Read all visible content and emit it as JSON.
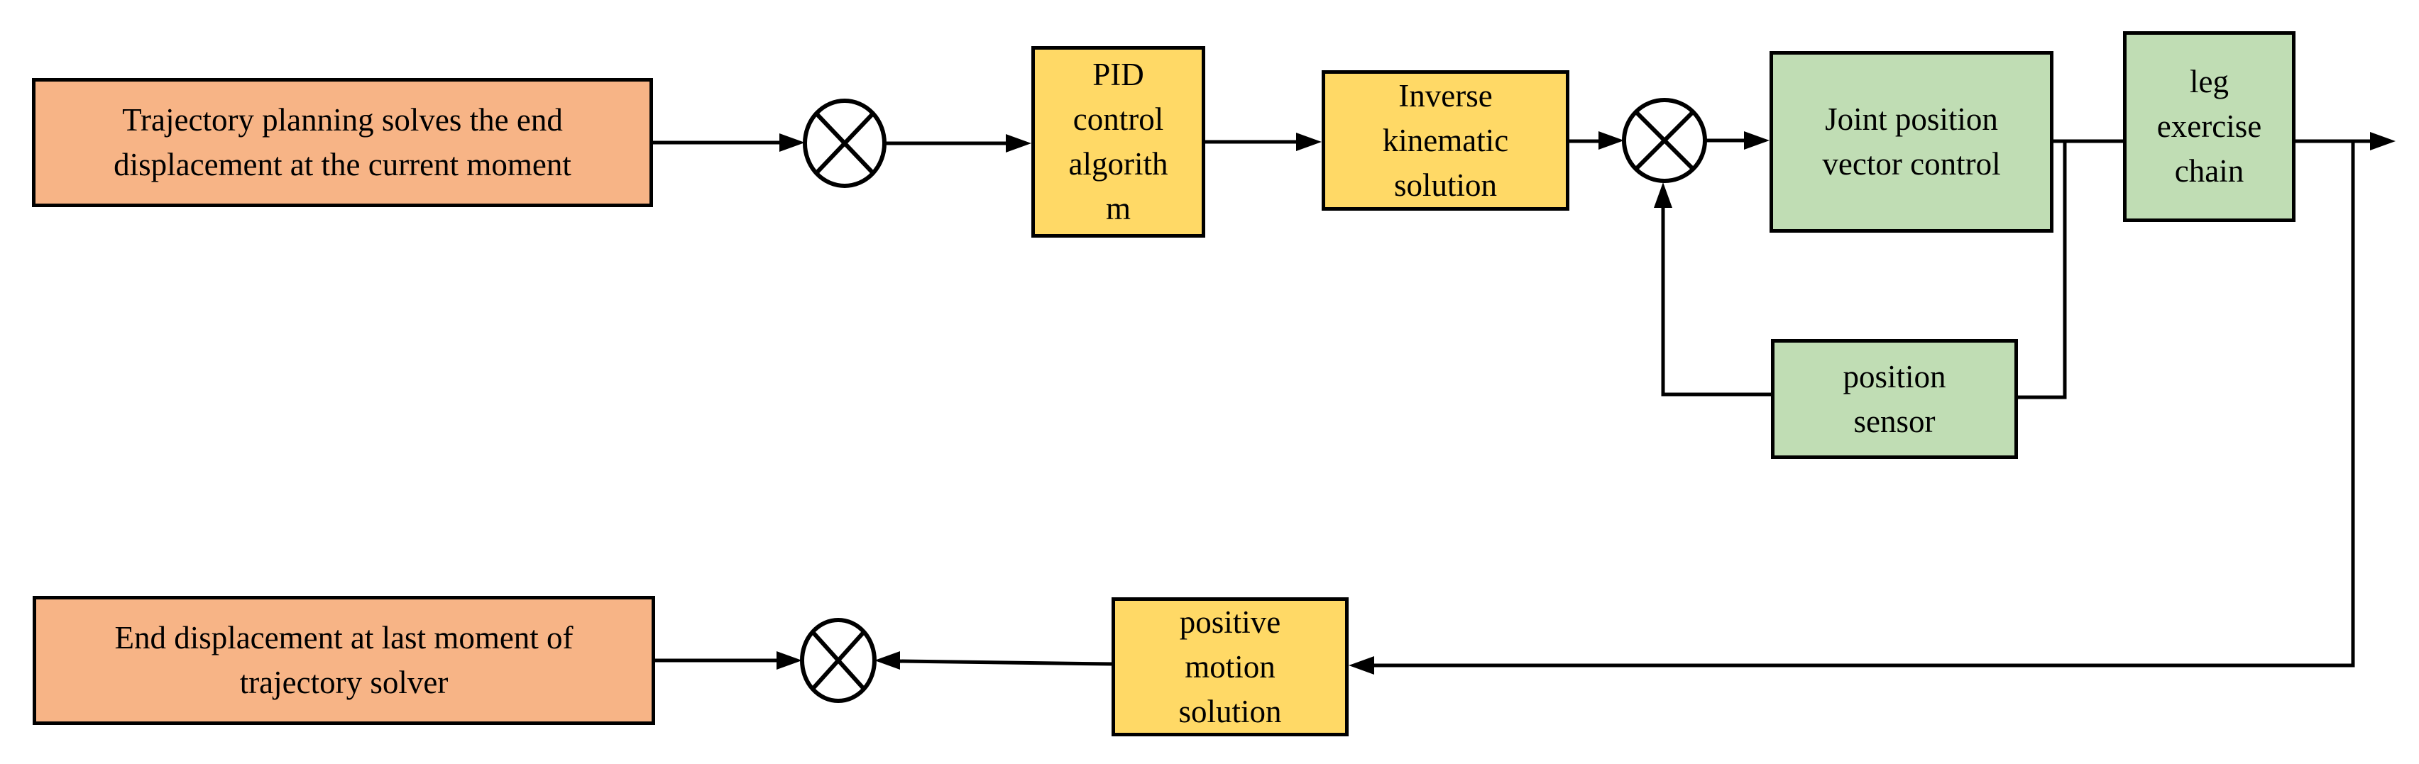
{
  "diagram": {
    "type": "control-system-block-diagram",
    "background": "#FFFFFF",
    "nodes": [
      {
        "id": "trajectory-planning",
        "label": "Trajectory planning solves the end\ndisplacement at the current moment",
        "fill": "orange"
      },
      {
        "id": "pid-control",
        "label": "PID\ncontrol\nalgorith\nm",
        "fill": "yellow"
      },
      {
        "id": "inverse-kinematic",
        "label": "Inverse\nkinematic\nsolution",
        "fill": "yellow"
      },
      {
        "id": "joint-position-control",
        "label": "Joint position\nvector control",
        "fill": "green"
      },
      {
        "id": "leg-exercise-chain",
        "label": "leg\nexercise\nchain",
        "fill": "green"
      },
      {
        "id": "position-sensor",
        "label": "position\nsensor",
        "fill": "green"
      },
      {
        "id": "end-displacement",
        "label": "End displacement at last moment of\ntrajectory solver",
        "fill": "orange"
      },
      {
        "id": "positive-motion",
        "label": "positive\nmotion\nsolution",
        "fill": "yellow"
      }
    ],
    "junctions": [
      {
        "id": "sum-junction-1",
        "symbol": "otimes-multiply-junction"
      },
      {
        "id": "sum-junction-2",
        "symbol": "otimes-multiply-junction"
      },
      {
        "id": "sum-junction-3",
        "symbol": "otimes-multiply-junction"
      }
    ],
    "edges": [
      {
        "from": "trajectory-planning",
        "to": "sum-junction-1",
        "arrow": true
      },
      {
        "from": "sum-junction-1",
        "to": "pid-control",
        "arrow": true
      },
      {
        "from": "pid-control",
        "to": "inverse-kinematic",
        "arrow": true
      },
      {
        "from": "inverse-kinematic",
        "to": "sum-junction-2",
        "arrow": true
      },
      {
        "from": "sum-junction-2",
        "to": "joint-position-control",
        "arrow": true
      },
      {
        "from": "joint-position-control",
        "to": "leg-exercise-chain",
        "arrow": false
      },
      {
        "from": "leg-exercise-chain",
        "to": "output",
        "arrow": true
      },
      {
        "from": "joint-position-control",
        "to": "position-sensor",
        "arrow": false
      },
      {
        "from": "position-sensor",
        "to": "sum-junction-2",
        "arrow": true
      },
      {
        "from": "leg-exercise-chain",
        "to": "positive-motion",
        "arrow": true
      },
      {
        "from": "positive-motion",
        "to": "sum-junction-3",
        "arrow": true
      },
      {
        "from": "end-displacement",
        "to": "sum-junction-3",
        "arrow": true
      }
    ]
  },
  "colors": {
    "orange": "#F7B486",
    "yellow": "#FFD966",
    "green": "#C0DDB4",
    "stroke": "#000000",
    "background": "#FFFFFF"
  }
}
